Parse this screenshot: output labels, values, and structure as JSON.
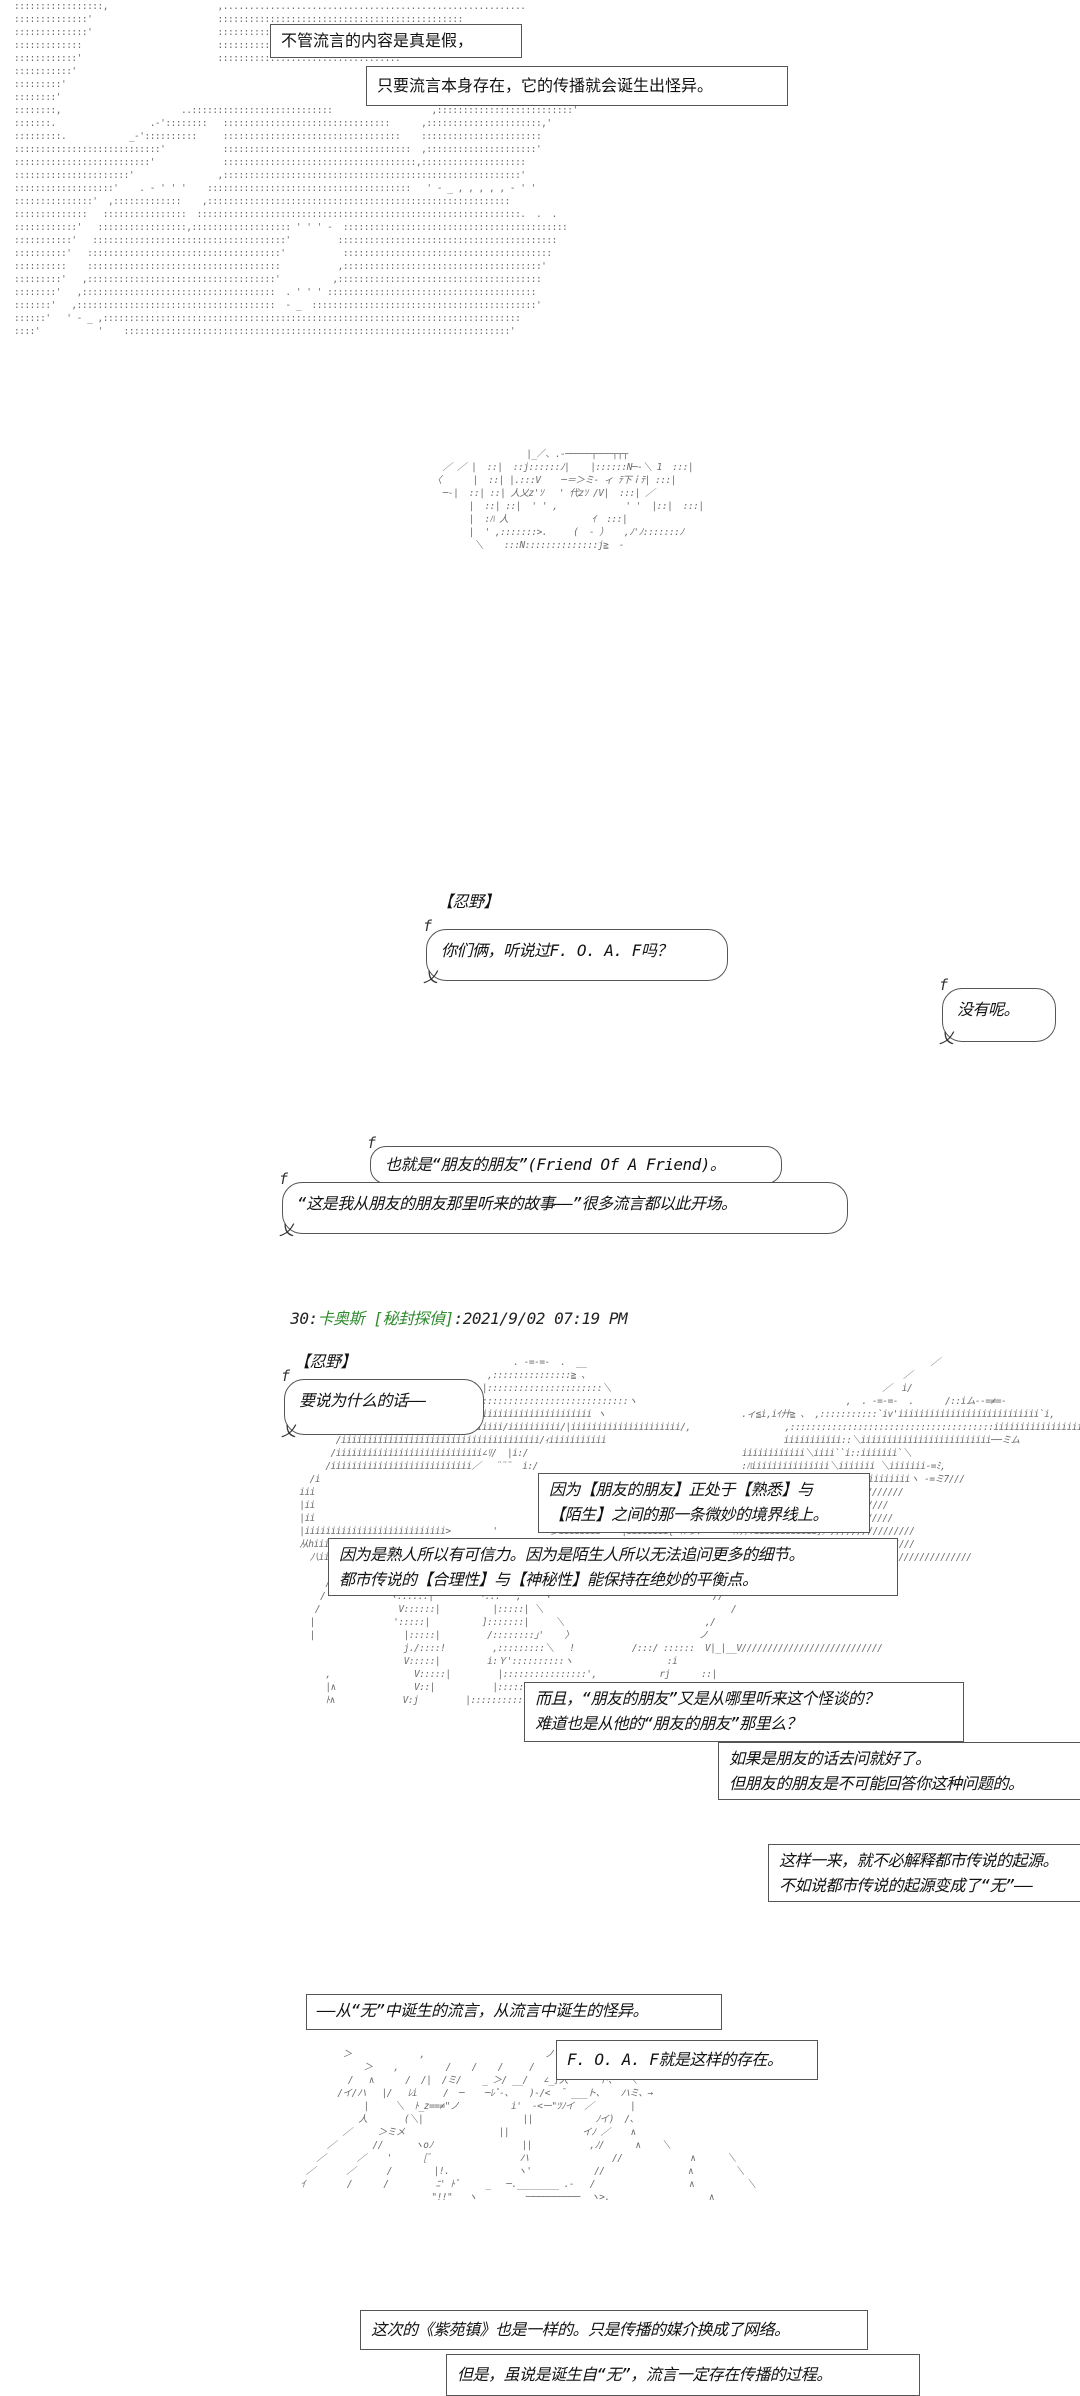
{
  "panels": [
    {
      "captions": [
        "不管流言的内容是真是假，",
        "只要流言本身存在，它的传播就会诞生出怪异。"
      ]
    },
    {
      "speaker": "【忍野】",
      "bubbles": [
        "你们俩，听说过F. O. A. F吗？",
        "没有呢。",
        "也就是“朋友的朋友”(Friend  Of  A  Friend)。",
        "“这是我从朋友的朋友那里听来的故事——”很多流言都以此开场。"
      ]
    },
    {
      "post": {
        "number": "30:",
        "name": "卡奥斯",
        "trip": "[秘封探偵]",
        "date": ":2021/9/02 07:19 PM"
      }
    },
    {
      "speaker": "【忍野】",
      "bubbles": [
        "要说为什么的话——"
      ],
      "captions": [
        [
          "因为【朋友的朋友】正处于【熟悉】与",
          "【陌生】之间的那一条微妙的境界线上。"
        ],
        [
          "因为是熟人所以有可信力。因为是陌生人所以无法追问更多的细节。",
          "都市传说的【合理性】与【神秘性】能保持在绝妙的平衡点。"
        ],
        [
          "而且，“朋友的朋友”又是从哪里听来这个怪谈的？",
          "难道也是从他的“朋友的朋友”那里么？"
        ],
        [
          "如果是朋友的话去问就好了。",
          "但朋友的朋友是不可能回答你这种问题的。"
        ],
        [
          "这样一来，就不必解释都市传说的起源。",
          "不如说都市传说的起源变成了“无”——"
        ]
      ]
    },
    {
      "captions": [
        "——从“无”中诞生的流言，从流言中诞生的怪异。",
        "F. O. A. F就是这样的存在。",
        "这次的《紫苑镇》也是一样的。只是传播的媒介换成了网络。",
        "但是，虽说是诞生自“无”，流言一定存在传播的过程。"
      ]
    }
  ]
}
